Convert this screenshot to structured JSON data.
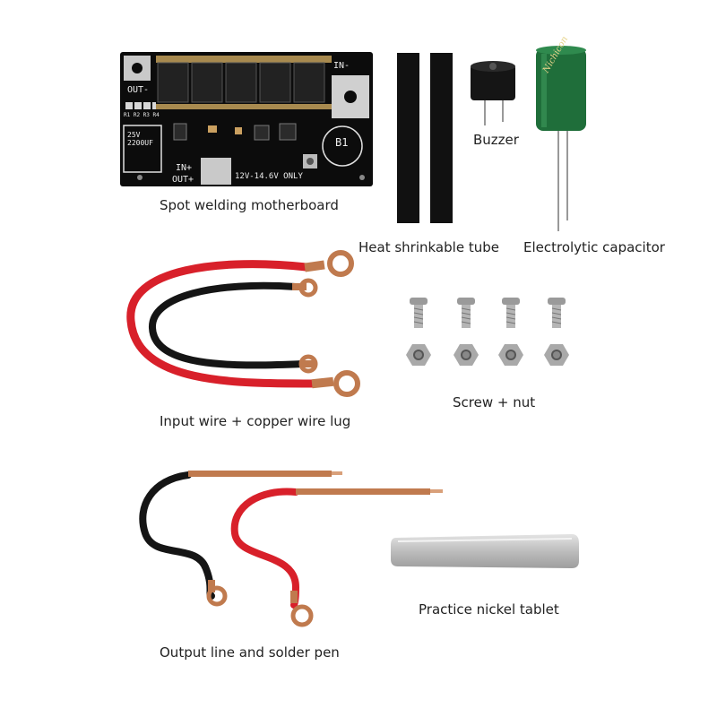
{
  "labels": {
    "motherboard": "Spot welding motherboard",
    "heat_tube": "Heat shrinkable tube",
    "buzzer": "Buzzer",
    "capacitor": "Electrolytic capacitor",
    "input_wire": "Input wire + copper wire lug",
    "screw_nut": "Screw + nut",
    "output_line": "Output line and solder pen",
    "nickel": "Practice nickel tablet"
  },
  "pcb": {
    "out_minus": "OUT-",
    "in_minus": "IN-",
    "in_plus": "IN+",
    "out_plus": "OUT+",
    "cap_rating": "25V 2200UF",
    "voltage_note": "12V-14.6V ONLY",
    "b1": "B1",
    "resistors": "R1 R2 R3 R4"
  },
  "capacitor_print": "Nichicon",
  "colors": {
    "pcb": "#0c0c0c",
    "red_wire": "#d8202a",
    "black_wire": "#151515",
    "copper": "#c07a4e",
    "capacitor": "#1f6e3a"
  }
}
